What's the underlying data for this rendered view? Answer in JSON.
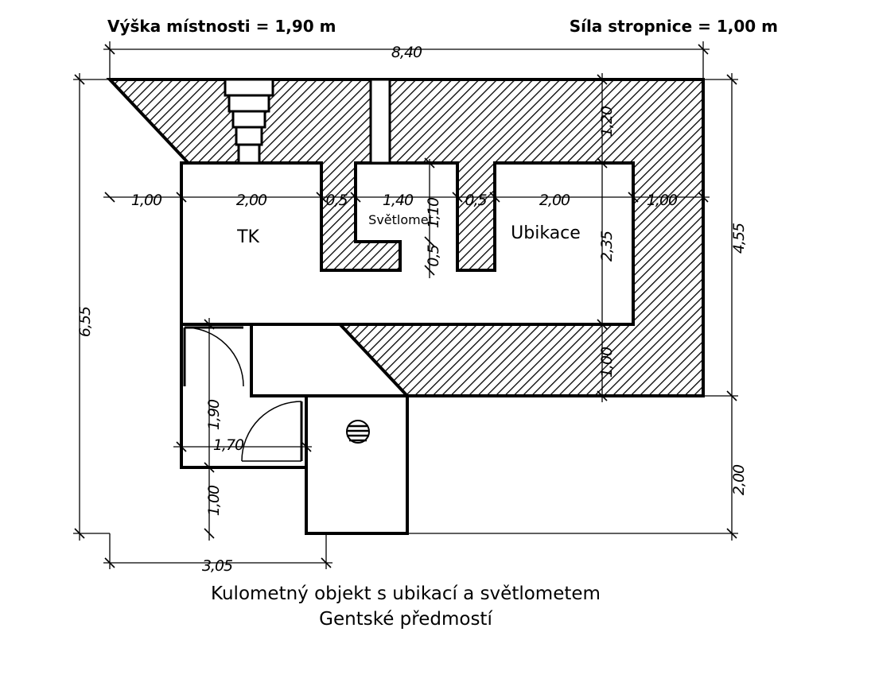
{
  "header": {
    "room_height": "Výška místnosti = 1,90 m",
    "ceiling_thickness": "Síla stropnice = 1,00 m"
  },
  "rooms": {
    "tk": "TK",
    "searchlight": "Světlomet",
    "quarters": "Ubikace"
  },
  "dimensions": {
    "total_width": "8,40",
    "total_height": "6,55",
    "right_height": "4,55",
    "right_bottom": "2,00",
    "bottom_width": "3,05",
    "wall_left": "1,00",
    "tk_width": "2,00",
    "partition_left": "0,5",
    "light_width": "1,40",
    "partition_right": "0,5",
    "quarters_width": "2,00",
    "wall_right": "1,00",
    "top_wall": "1,20",
    "room_depth": "2,35",
    "mid_wall": "1,00",
    "niche_a": "1,10",
    "niche_b": "0,5",
    "corridor_height": "1,90",
    "corridor_width": "1,70",
    "bottom_wall": "1,00"
  },
  "caption": {
    "line1": "Kulometný objekt s ubikací a světlometem",
    "line2": "Gentské předmostí"
  }
}
